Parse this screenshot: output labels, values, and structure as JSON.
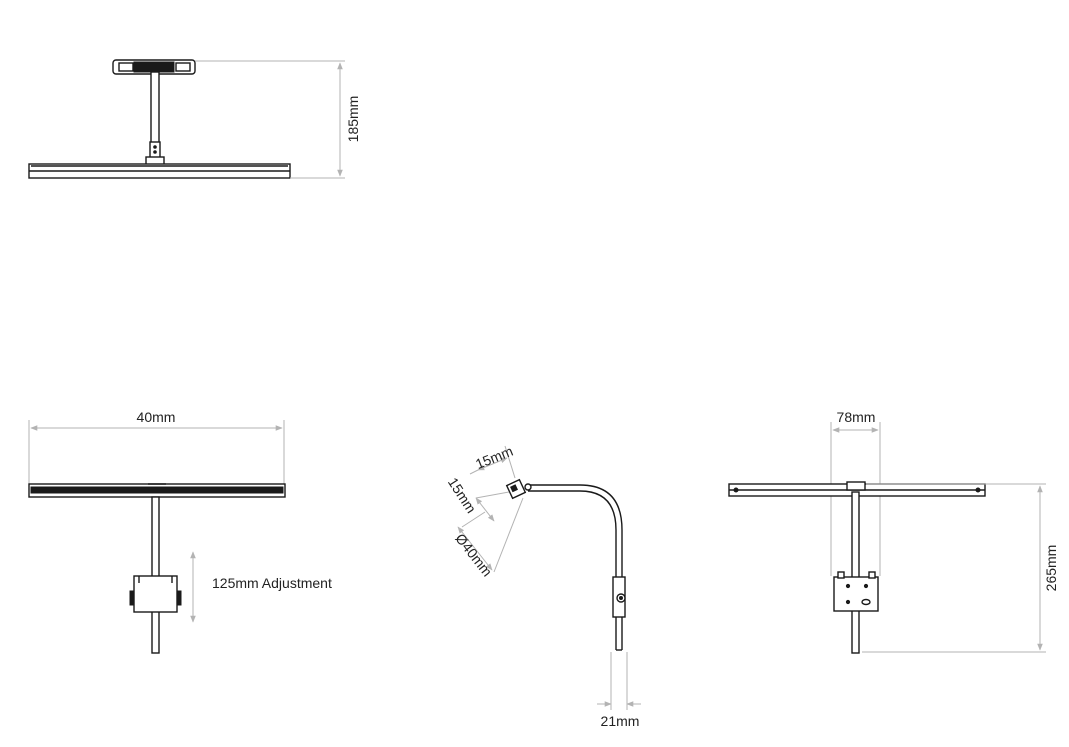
{
  "views": {
    "top": {
      "height_label": "185mm"
    },
    "front": {
      "width_label": "40mm",
      "adjustment_label": "125mm Adjustment"
    },
    "side": {
      "dim_a_label": "15mm",
      "dim_b_label": "15mm",
      "diameter_label": "Ø40mm",
      "depth_label": "21mm"
    },
    "back": {
      "width_label": "78mm",
      "height_label": "265mm"
    }
  },
  "colors": {
    "line": "#1a1a1a",
    "dimension": "#b3b3b3",
    "text": "#222222"
  }
}
